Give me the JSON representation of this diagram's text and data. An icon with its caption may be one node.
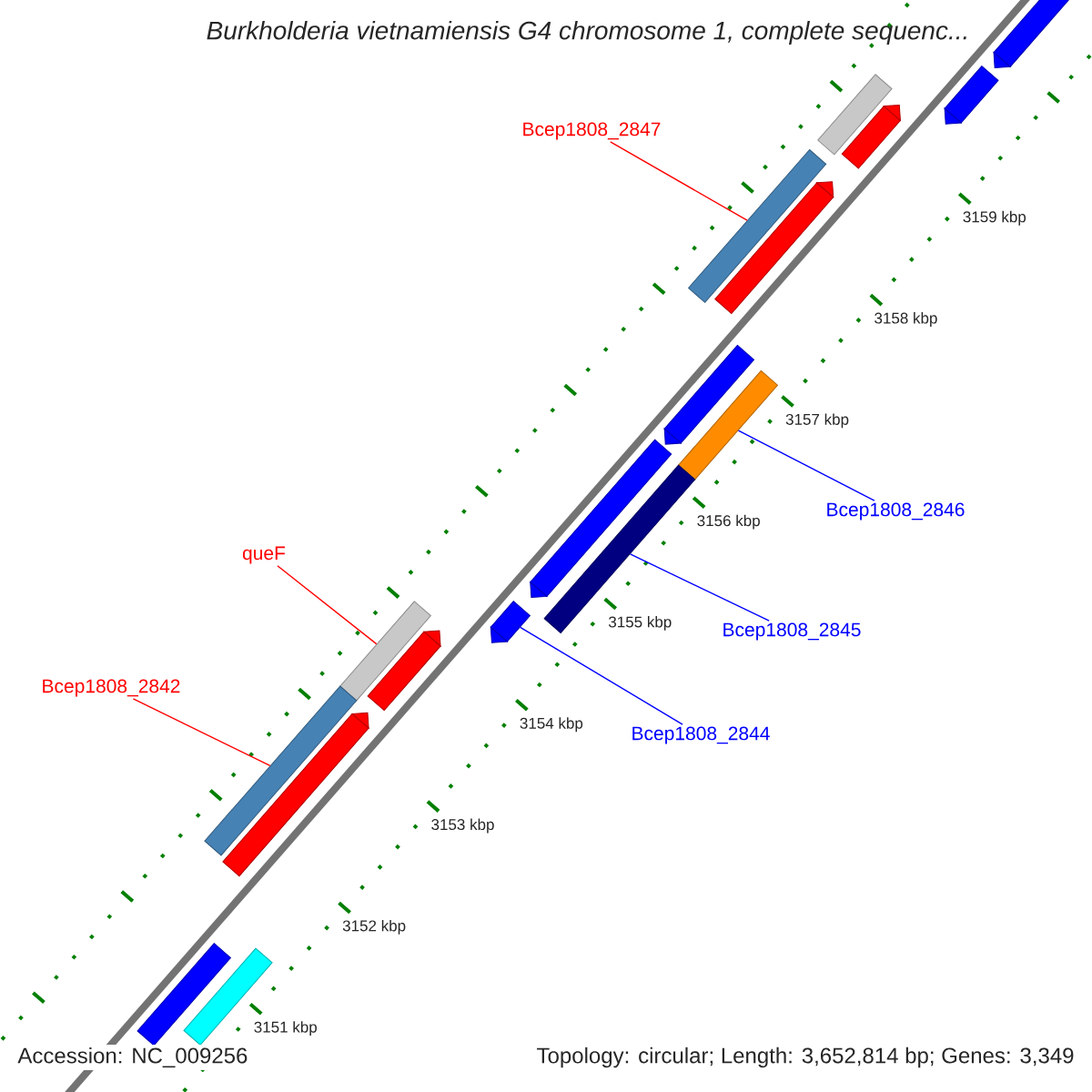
{
  "diagram": {
    "title": "Burkholderia vietnamiensis G4 chromosome 1, complete sequenc...",
    "nodes": [
      {
        "text": [
          "Bcep1808_2847"
        ]
      },
      {
        "text": [],
        "shape": "bar"
      },
      {
        "text": [
          "Bcep1808_2846"
        ]
      },
      {
        "text": [],
        "shape": "bar"
      },
      {
        "text": [
          "queF"
        ]
      },
      {
        "text": [],
        "shape": "bar"
      },
      {
        "text": [
          "Bcep1808_2845"
        ]
      },
      {
        "text": [],
        "shape": "bar"
      },
      {
        "text": [
          "Bcep1808_2844"
        ]
      },
      {
        "text": [],
        "shape": "bar"
      },
      {
        "text": [
          "Bcep1808_2842"
        ]
      },
      {
        "text": [],
        "shape": "bar"
      },
      {
        "text": [],
        "shape": "bar"
      },
      {
        "text": [],
        "shape": "bar"
      },
      {
        "text": [],
        "shape": "bar"
      },
      {
        "text": [],
        "shape": "bar"
      },
      {
        "text": [],
        "shape": "bar"
      },
      {
        "text": [],
        "shape": "bar"
      },
      {
        "text": [],
        "shape": "bar"
      },
      {
        "text": [],
        "shape": "bar"
      },
      {
        "text": [],
        "shape": "bar"
      },
      {
        "text": [],
        "shape": "bar"
      },
      {
        "text": [],
        "shape": "bar"
      }
    ],
    "edges": [
      {
        "from": 0,
        "to": 1,
        "arrow": "none",
        "color": "#ff0000"
      },
      {
        "from": 2,
        "to": 3,
        "arrow": "none",
        "color": "#0000ff"
      },
      {
        "from": 4,
        "to": 5,
        "arrow": "none",
        "color": "#ff0000"
      },
      {
        "from": 6,
        "to": 7,
        "arrow": "none",
        "color": "#0000ff"
      },
      {
        "from": 8,
        "to": 9,
        "arrow": "none",
        "color": "#0000ff"
      },
      {
        "from": 10,
        "to": 11,
        "arrow": "none",
        "color": "#ff0000"
      }
    ],
    "labels": [
      "3159 kbp",
      "3158 kbp",
      "3157 kbp",
      "3156 kbp",
      "3155 kbp",
      "3154 kbp",
      "3153 kbp",
      "3152 kbp",
      "3151 kbp",
      "Accession: NC_009256",
      "Topology: circular; Length: 3,652,814 bp; Genes: 3,349"
    ]
  }
}
